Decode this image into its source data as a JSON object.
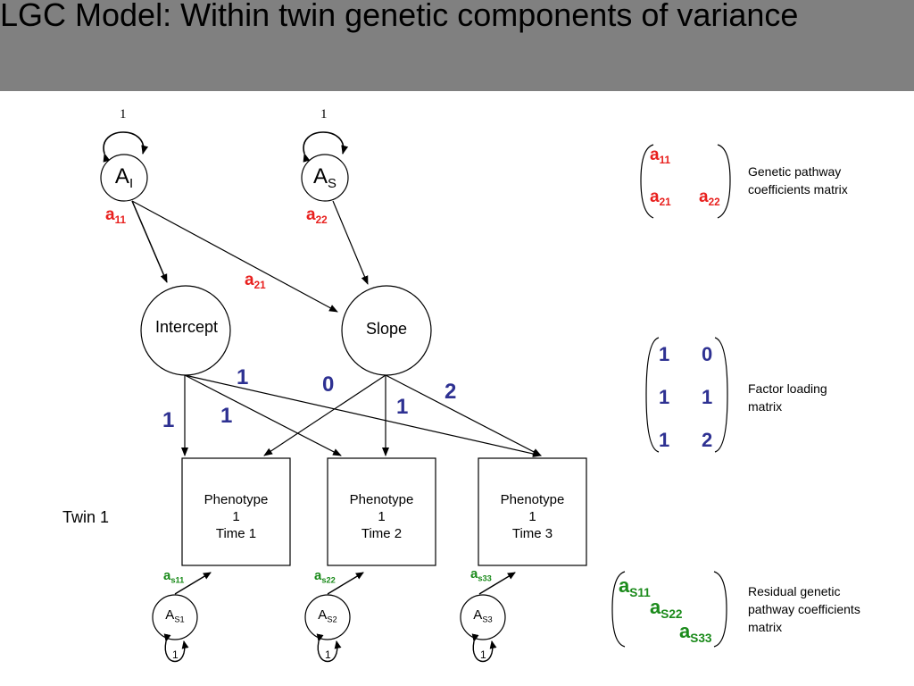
{
  "title": "LGC Model: Within twin genetic components of variance",
  "colors": {
    "header_bg": "#808080",
    "red": "#e8201e",
    "blue": "#2e3192",
    "green": "#1a8a1a"
  },
  "latent_genetic": [
    {
      "base": "A",
      "sub": "I",
      "variance": "1",
      "path_base": "a",
      "path_sub": "11"
    },
    {
      "base": "A",
      "sub": "S",
      "variance": "1",
      "path_base": "a",
      "path_sub": "22"
    }
  ],
  "cross_path": {
    "base": "a",
    "sub": "21"
  },
  "growth_factors": [
    "Intercept",
    "Slope"
  ],
  "loadings": {
    "intercept": [
      "1",
      "1",
      "1"
    ],
    "slope": [
      "0",
      "1",
      "2"
    ]
  },
  "phenotypes": [
    {
      "line1": "Phenotype",
      "line2": "1",
      "line3": "Time 1"
    },
    {
      "line1": "Phenotype",
      "line2": "1",
      "line3": "Time 2"
    },
    {
      "line1": "Phenotype",
      "line2": "1",
      "line3": "Time 3"
    }
  ],
  "twin_label": "Twin 1",
  "residual_genetic": [
    {
      "base": "A",
      "sub": "S1",
      "variance": "1",
      "path_base": "a",
      "path_sub": "s11"
    },
    {
      "base": "A",
      "sub": "S2",
      "variance": "1",
      "path_base": "a",
      "path_sub": "s22"
    },
    {
      "base": "A",
      "sub": "S3",
      "variance": "1",
      "path_base": "a",
      "path_sub": "s33"
    }
  ],
  "matrices": {
    "genetic": {
      "a11": {
        "base": "a",
        "sub": "11"
      },
      "a21": {
        "base": "a",
        "sub": "21"
      },
      "a22": {
        "base": "a",
        "sub": "22"
      },
      "description_line1": "Genetic pathway",
      "description_line2": "coefficients matrix"
    },
    "loading": {
      "rows": [
        [
          "1",
          "0"
        ],
        [
          "1",
          "1"
        ],
        [
          "1",
          "2"
        ]
      ],
      "description_line1": "Factor loading",
      "description_line2": "matrix"
    },
    "residual": {
      "diag": [
        {
          "base": "a",
          "sub": "S11"
        },
        {
          "base": "a",
          "sub": "S22"
        },
        {
          "base": "a",
          "sub": "S33"
        }
      ],
      "description_line1": "Residual genetic",
      "description_line2": "pathway coefficients",
      "description_line3": "matrix"
    }
  }
}
